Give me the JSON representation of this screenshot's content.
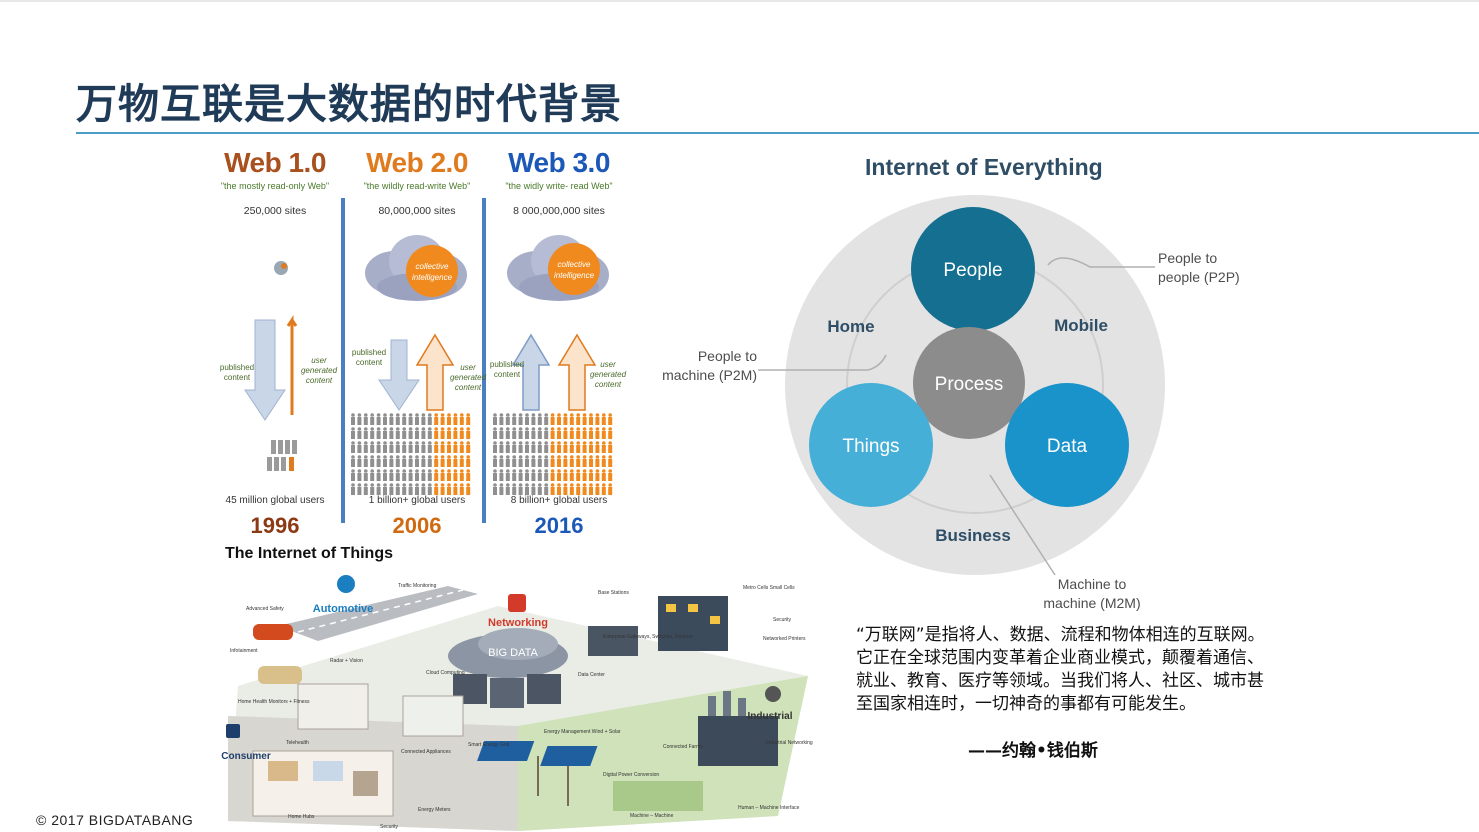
{
  "title": "万物互联是大数据的时代背景",
  "web_evolution": {
    "columns": [
      {
        "heading": "Web 1.0",
        "subtitle": "\"the mostly read-only Web\"",
        "sites": "250,000 sites",
        "users": "45 million global users",
        "year": "1996",
        "color": "#a8501e",
        "year_color": "#8b3a14",
        "arrow_left": "published content",
        "arrow_right": "user generated content"
      },
      {
        "heading": "Web 2.0",
        "subtitle": "\"the wildly read-write Web\"",
        "sites": "80,000,000 sites",
        "users": "1 billion+ global users",
        "year": "2006",
        "color": "#e07a1e",
        "year_color": "#d06a10",
        "arrow_left": "published content",
        "arrow_right": "user generated content"
      },
      {
        "heading": "Web 3.0",
        "subtitle": "\"the widly write- read Web\"",
        "sites": "8 000,000,000 sites",
        "users": "8 billion+ global users",
        "year": "2016",
        "color": "#1c58b8",
        "year_color": "#1c58b8",
        "arrow_left": "published content",
        "arrow_right": "user generated content"
      }
    ],
    "cloud_label": "collective intelligence"
  },
  "iot": {
    "title": "The Internet of Things",
    "labels": [
      "Automotive",
      "Networking",
      "Consumer",
      "Industrial"
    ],
    "center_label": "BIG DATA",
    "callouts": [
      "Traffic Monitoring",
      "Base Stations",
      "Metro Cells Small Cells",
      "Security",
      "Advanced Safety",
      "Infotainment",
      "Radar + Vision",
      "Networked Printers",
      "Cloud Computing",
      "Data Center",
      "Enterprise Gateways, Switches, Routers",
      "Home Health Monitors + Fitness",
      "Telehealth",
      "Smart Energy Grid",
      "Energy Management Wind + Solar",
      "Connected Farms",
      "Industrial Networking",
      "Connected Appliances",
      "Digital Power Conversion",
      "Energy Meters",
      "Home Hubs",
      "Security",
      "Machine – Machine",
      "Human – Machine Interface"
    ]
  },
  "ioe": {
    "title": "Internet of Everything",
    "nodes": {
      "people": "People",
      "process": "Process",
      "things": "Things",
      "data": "Data"
    },
    "segments": {
      "home": "Home",
      "mobile": "Mobile",
      "business": "Business"
    },
    "callouts": {
      "p2p": [
        "People to",
        "people (P2P)"
      ],
      "p2m": [
        "People to",
        "machine (P2M)"
      ],
      "m2m": [
        "Machine to",
        "machine (M2M)"
      ]
    },
    "colors": {
      "people": "#146f90",
      "process": "#8c8c8c",
      "things": "#45afd8",
      "data": "#1993c9",
      "ring": "#e3e3e3"
    }
  },
  "quote": {
    "text": "“万联网”是指将人、数据、流程和物体相连的互联网。它正在全球范围内变革着企业商业模式，颠覆着通信、就业、教育、医疗等领域。当我们将人、社区、城市甚至国家相连时，一切神奇的事都有可能发生。",
    "author": "——约翰•钱伯斯"
  },
  "footer": {
    "copyright": "© 2017 BIGDATABANG"
  }
}
